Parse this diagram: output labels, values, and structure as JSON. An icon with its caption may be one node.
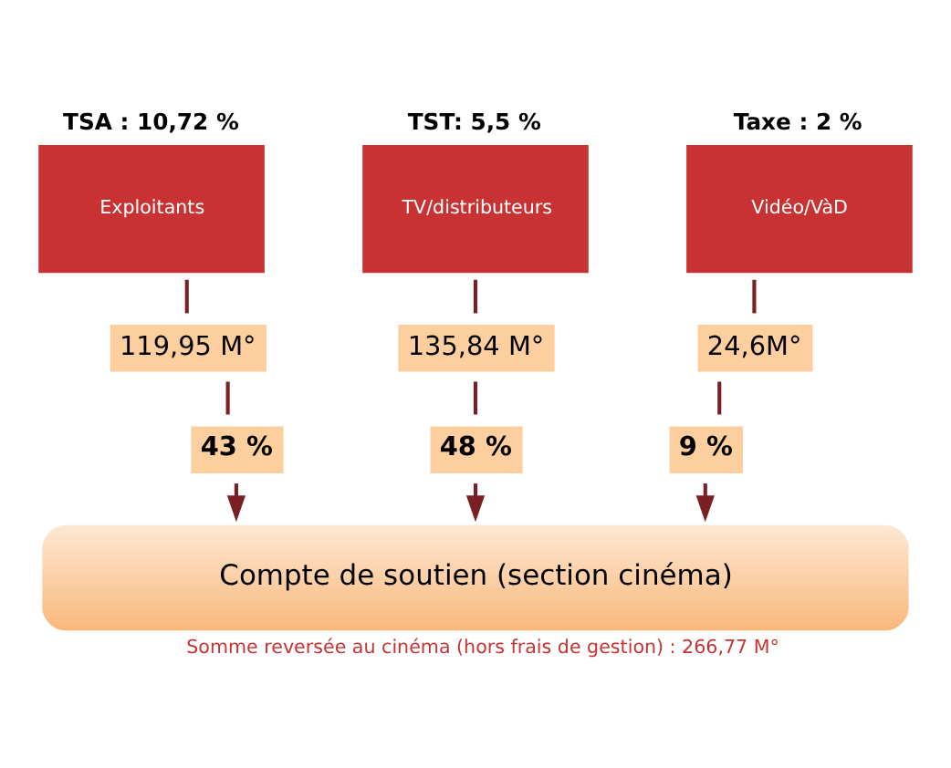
{
  "diagram": {
    "nodes": [
      {
        "text": [
          "TSA : 10,72 %",
          "Exploitants"
        ]
      },
      {
        "text": [
          "TST: 5,5 %",
          "TV/distributeurs"
        ]
      },
      {
        "text": [
          "Taxe : 2 %",
          "Vidéo/VàD"
        ]
      },
      {
        "text": [
          "119,95 M°"
        ]
      },
      {
        "text": [
          "135,84 M°"
        ]
      },
      {
        "text": [
          "24,6M°"
        ]
      },
      {
        "text": [
          "43 %"
        ]
      },
      {
        "text": [
          "48 %"
        ]
      },
      {
        "text": [
          "9 %"
        ]
      },
      {
        "text": [
          "Compte de soutien (section cinéma)"
        ],
        "beside": [
          "Somme reversée au cinéma (hors frais de gestion) : 266,77 M°"
        ]
      }
    ],
    "edges": [
      {
        "from": 0,
        "to": 3,
        "arrow": "none"
      },
      {
        "from": 1,
        "to": 4,
        "arrow": "none"
      },
      {
        "from": 2,
        "to": 5,
        "arrow": "none"
      },
      {
        "from": 3,
        "to": 6,
        "arrow": "none"
      },
      {
        "from": 4,
        "to": 7,
        "arrow": "none"
      },
      {
        "from": 5,
        "to": 8,
        "arrow": "none"
      },
      {
        "from": 6,
        "to": 9,
        "arrow": "to"
      },
      {
        "from": 7,
        "to": 9,
        "arrow": "to"
      },
      {
        "from": 8,
        "to": 9,
        "arrow": "to"
      }
    ]
  }
}
